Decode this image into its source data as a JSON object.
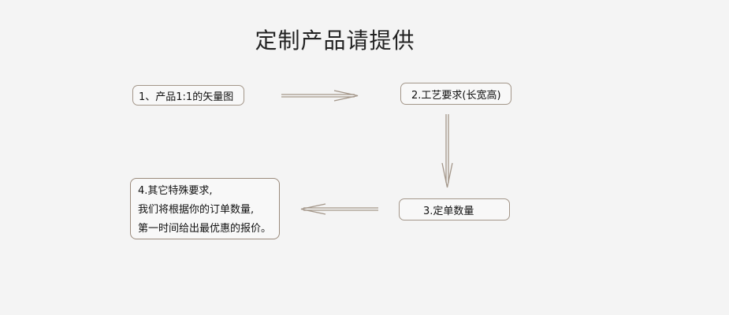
{
  "title": "定制产品请提供",
  "steps": {
    "step1": "1、产品1:1的矢量图",
    "step2": "2.工艺要求(长宽高)",
    "step3": "3.定单数量",
    "step4": {
      "lines": [
        "4.其它特殊要求,",
        "我们将根据你的订单数量,",
        "第一时间给出最优惠的报价。"
      ]
    }
  },
  "colors": {
    "background": "#f4f4f4",
    "box_border": "#a39689",
    "arrow": "#a39689"
  }
}
